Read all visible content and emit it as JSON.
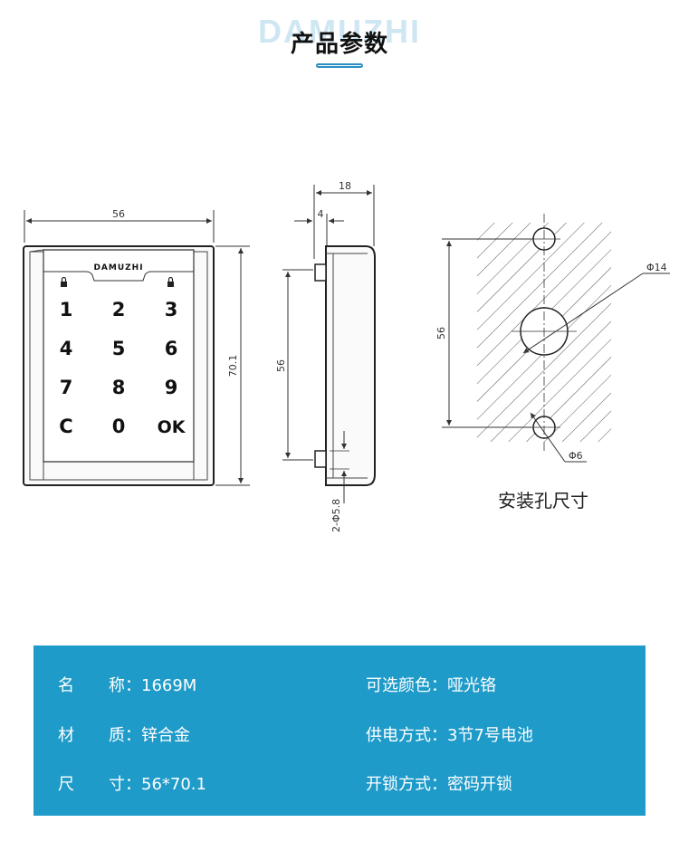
{
  "header": {
    "brand_watermark": "DAMUZHI",
    "title": "产品参数"
  },
  "front_view": {
    "brand": "DAMUZHI",
    "keys": [
      "1",
      "2",
      "3",
      "4",
      "5",
      "6",
      "7",
      "8",
      "9",
      "C",
      "0",
      "OK"
    ],
    "width_label": "56",
    "height_label": "70.1"
  },
  "side_view": {
    "depth_label": "18",
    "offset_label": "4",
    "spacing_label": "56",
    "hole_label": "2-Φ5.8"
  },
  "hole_view": {
    "spacing_label": "56",
    "center_hole_label": "Φ14",
    "small_hole_label": "Φ6",
    "caption": "安装孔尺寸"
  },
  "specs": {
    "name": {
      "label_1": "名",
      "label_2": "称：",
      "value": "1669M"
    },
    "material": {
      "label_1": "材",
      "label_2": "质：",
      "value": "锌合金"
    },
    "size": {
      "label_1": "尺",
      "label_2": "寸：",
      "value": "56*70.1"
    },
    "color": {
      "label": "可选颜色：",
      "value": "哑光铬"
    },
    "power": {
      "label": "供电方式：",
      "value": "3节7号电池"
    },
    "unlock": {
      "label": "开锁方式：",
      "value": "密码开锁"
    }
  },
  "colors": {
    "accent": "#1f9bc9",
    "title_underline": "#2a8fc2",
    "line": "#333333"
  }
}
